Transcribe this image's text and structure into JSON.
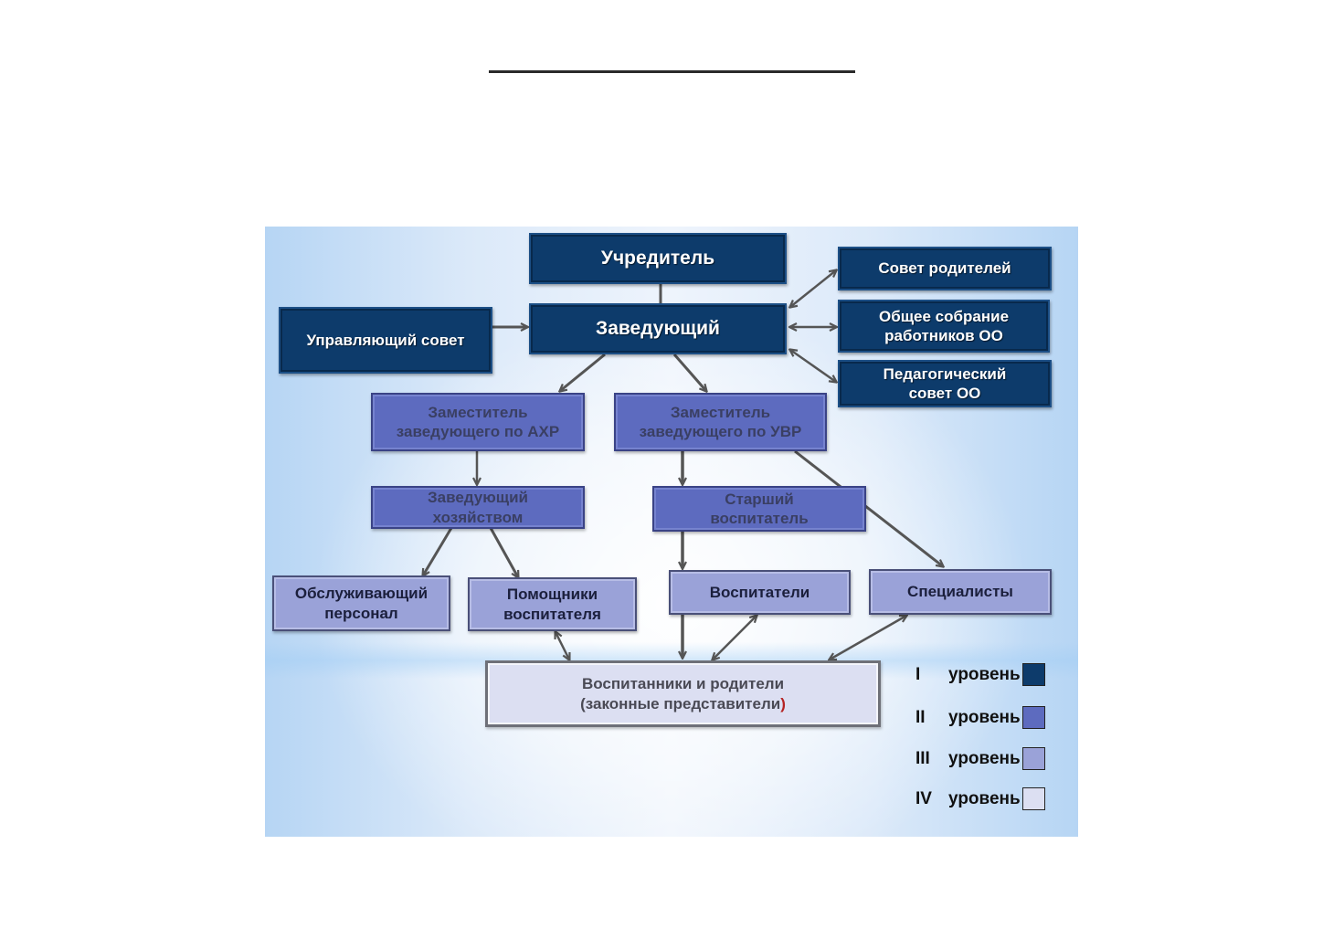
{
  "document": {
    "title_rule": "horizontal-rule"
  },
  "diagram": {
    "nodes": {
      "founder": "Учредитель",
      "head": "Заведующий",
      "managing_council": "Управляющий совет",
      "parents_council": "Совет родителей",
      "general_meeting_line1": "Общее собрание",
      "general_meeting_line2": "работников ОО",
      "ped_council_line1": "Педагогический",
      "ped_council_line2": "совет ОО",
      "deputy_ahr_line1": "Заместитель",
      "deputy_ahr_line2": "заведующего по АХР",
      "deputy_uvr_line1": "Заместитель",
      "deputy_uvr_line2": "заведующего по УВР",
      "housekeeper_line1": "Заведующий",
      "housekeeper_line2": "хозяйством",
      "senior_educator_line1": "Старший",
      "senior_educator_line2": "воспитатель",
      "service_staff_line1": "Обслуживающий",
      "service_staff_line2": "персонал",
      "assistants_line1": "Помощники",
      "assistants_line2": "воспитателя",
      "educators": "Воспитатели",
      "specialists": "Специалисты",
      "pupils_line1": "Воспитанники и родители",
      "pupils_line2": "(законные представители",
      "pupils_paren": ")"
    },
    "legend": [
      {
        "roman": "I",
        "label": "уровень",
        "color": "#0d3b6b"
      },
      {
        "roman": "II",
        "label": "уровень",
        "color": "#5d6bbf"
      },
      {
        "roman": "III",
        "label": "уровень",
        "color": "#9aa2d8"
      },
      {
        "roman": "IV",
        "label": "уровень",
        "color": "#dcdff2"
      }
    ],
    "colors": {
      "level1": "#0d3b6b",
      "level2": "#5d6bbf",
      "level3": "#9aa2d8",
      "level4": "#dcdff2",
      "arrow": "#555555"
    }
  }
}
